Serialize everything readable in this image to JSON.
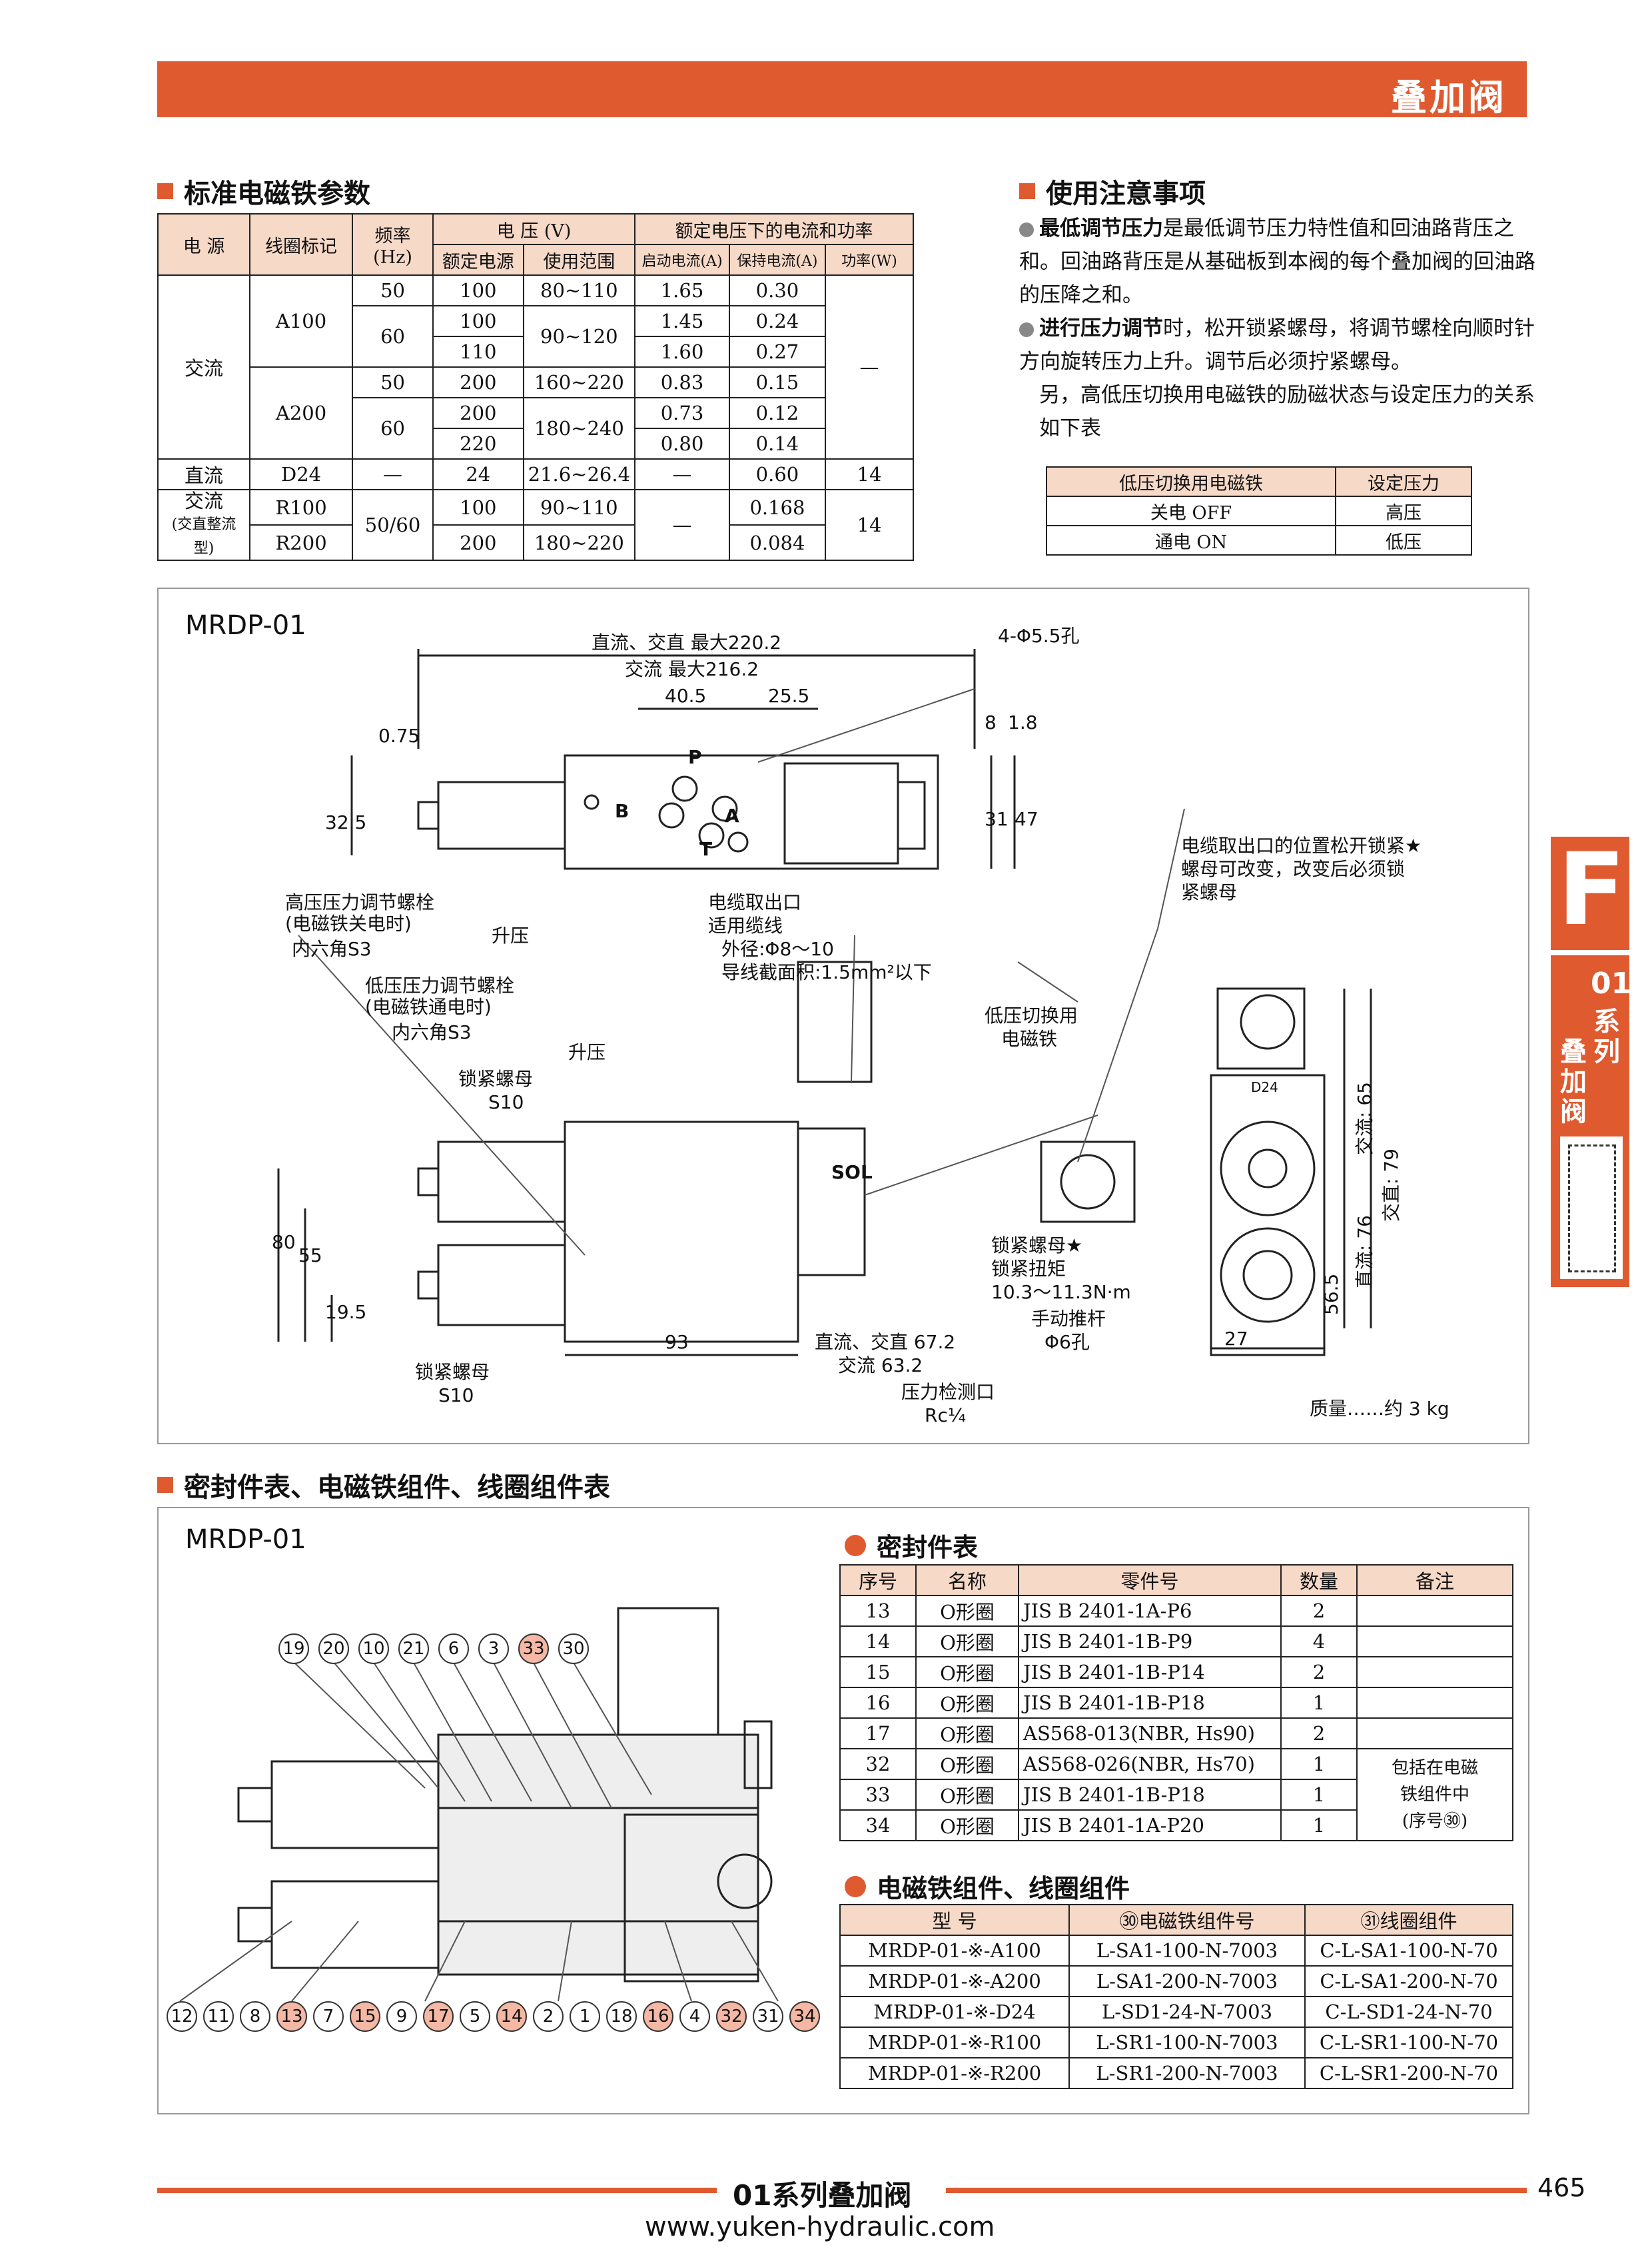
{
  "header": {
    "title": "叠加阀"
  },
  "section1": {
    "title": "标准电磁铁参数",
    "headers": {
      "power": "电 源",
      "coil": "线圈标记",
      "freq": "频率",
      "freq_unit": "(Hz)",
      "voltage": "电 压 (V)",
      "rated_v": "额定电源",
      "range_v": "使用范围",
      "current_power": "额定电压下的电流和功率",
      "start_a": "启动电流(A)",
      "hold_a": "保持电流(A)",
      "watt": "功率(W)"
    },
    "ac_label": "交流",
    "dc_label": "直流",
    "acdc_label": "交流",
    "acdc_sub": "(交直整流型)",
    "rows": [
      {
        "coil": "A100",
        "freq": "50",
        "rv": "100",
        "range": "80~110",
        "start": "1.65",
        "hold": "0.30"
      },
      {
        "coil": "",
        "freq": "60",
        "rv": "100",
        "range": "90~120",
        "start": "1.45",
        "hold": "0.24"
      },
      {
        "coil": "",
        "freq": "",
        "rv": "110",
        "range": "",
        "start": "1.60",
        "hold": "0.27"
      },
      {
        "coil": "A200",
        "freq": "50",
        "rv": "200",
        "range": "160~220",
        "start": "0.83",
        "hold": "0.15"
      },
      {
        "coil": "",
        "freq": "60",
        "rv": "200",
        "range": "180~240",
        "start": "0.73",
        "hold": "0.12"
      },
      {
        "coil": "",
        "freq": "",
        "rv": "220",
        "range": "",
        "start": "0.80",
        "hold": "0.14"
      }
    ],
    "ac_watt": "—",
    "dc_row": {
      "coil": "D24",
      "freq": "—",
      "rv": "24",
      "range": "21.6~26.4",
      "start": "—",
      "hold": "0.60",
      "watt": "14"
    },
    "r_rows": [
      {
        "coil": "R100",
        "rv": "100",
        "range": "90~110",
        "hold": "0.168"
      },
      {
        "coil": "R200",
        "rv": "200",
        "range": "180~220",
        "hold": "0.084"
      }
    ],
    "r_freq": "50/60",
    "r_start": "—",
    "r_watt": "14"
  },
  "section2": {
    "title": "使用注意事项",
    "n1_bold": "最低调节压力",
    "n1_text": "是最低调节压力特性值和回油路背压之和。回油路背压是从基础板到本阀的每个叠加阀的回油路的压降之和。",
    "n2_bold": "进行压力调节",
    "n2_text": "时，松开锁紧螺母，将调节螺栓向顺时针方向旋转压力上升。调节后必须拧紧螺母。",
    "n3_text": "另，高低压切换用电磁铁的励磁状态与设定压力的关系如下表",
    "table": {
      "h1": "低压切换用电磁铁",
      "h2": "设定压力",
      "rows": [
        {
          "a": "关电 OFF",
          "b": "高压"
        },
        {
          "a": "通电 ON",
          "b": "低压"
        }
      ]
    }
  },
  "drawing1": {
    "model": "MRDP-01",
    "dim_top1": "直流、交直 最大220.2",
    "dim_top2": "交流 最大216.2",
    "hole": "4-Φ5.5孔",
    "d405": "40.5",
    "d255": "25.5",
    "d075": "0.75",
    "d8": "8",
    "d18": "1.8",
    "d325": "32.5",
    "d31": "31",
    "d47": "47",
    "port_p": "P",
    "port_b": "B",
    "port_a": "A",
    "port_t": "T",
    "high_bolt1": "高压压力调节螺栓",
    "high_bolt2": "(电磁铁关电时)",
    "high_hex": "内六角S3",
    "up1": "升压",
    "low_bolt1": "低压压力调节螺栓",
    "low_bolt2": "(电磁铁通电时)",
    "low_hex": "内六角S3",
    "up2": "升压",
    "lock1": "锁紧螺母",
    "s10a": "S10",
    "lock2": "锁紧螺母",
    "s10b": "S10",
    "cable1": "电缆取出口",
    "cable2": "适用缆线",
    "cable3": "外径:Φ8～10",
    "cable4": "导线截面积:1.5mm²以下",
    "sw1": "低压切换用",
    "sw2": "电磁铁",
    "sol": "SOL",
    "note_r1": "电缆取出口的位置松开锁紧★",
    "note_r2": "螺母可改变，改变后必须锁",
    "note_r3": "紧螺母",
    "d80": "80",
    "d55": "55",
    "d195": "19.5",
    "d93": "93",
    "dim_b1": "直流、交直 67.2",
    "dim_b2": "交流 63.2",
    "locknut": "锁紧螺母★",
    "torque1": "锁紧扭矩",
    "torque2": "10.3～11.3N·m",
    "manual1": "手动推杆",
    "manual2": "Φ6孔",
    "gauge1": "压力检测口",
    "gauge2": "Rc¼",
    "ac65": "交流: 65",
    "dc76": "直流: 76",
    "acdc79": "交直: 79",
    "d565": "56.5",
    "d27": "27",
    "d24tag": "D24",
    "mass": "质量……约 3 kg"
  },
  "section3": {
    "title": "密封件表、电磁铁组件、线圈组件表"
  },
  "drawing2": {
    "model": "MRDP-01",
    "top_balloons": [
      {
        "n": "19",
        "hl": false
      },
      {
        "n": "20",
        "hl": false
      },
      {
        "n": "10",
        "hl": false
      },
      {
        "n": "21",
        "hl": false
      },
      {
        "n": "6",
        "hl": false
      },
      {
        "n": "3",
        "hl": false
      },
      {
        "n": "33",
        "hl": true
      },
      {
        "n": "30",
        "hl": false
      }
    ],
    "bottom_balloons": [
      {
        "n": "12",
        "hl": false
      },
      {
        "n": "11",
        "hl": false
      },
      {
        "n": "8",
        "hl": false
      },
      {
        "n": "13",
        "hl": true
      },
      {
        "n": "7",
        "hl": false
      },
      {
        "n": "15",
        "hl": true
      },
      {
        "n": "9",
        "hl": false
      },
      {
        "n": "17",
        "hl": true
      },
      {
        "n": "5",
        "hl": false
      },
      {
        "n": "14",
        "hl": true
      },
      {
        "n": "2",
        "hl": false
      },
      {
        "n": "1",
        "hl": false
      },
      {
        "n": "18",
        "hl": false
      },
      {
        "n": "16",
        "hl": true
      },
      {
        "n": "4",
        "hl": false
      },
      {
        "n": "32",
        "hl": true
      },
      {
        "n": "31",
        "hl": false
      },
      {
        "n": "34",
        "hl": true
      }
    ]
  },
  "seals": {
    "title": "密封件表",
    "headers": [
      "序号",
      "名称",
      "零件号",
      "数量",
      "备注"
    ],
    "rows": [
      [
        "13",
        "O形圈",
        "JIS B 2401-1A-P6",
        "2"
      ],
      [
        "14",
        "O形圈",
        "JIS B 2401-1B-P9",
        "4"
      ],
      [
        "15",
        "O形圈",
        "JIS B 2401-1B-P14",
        "2"
      ],
      [
        "16",
        "O形圈",
        "JIS B 2401-1B-P18",
        "1"
      ],
      [
        "17",
        "O形圈",
        "AS568-013(NBR, Hs90)",
        "2"
      ],
      [
        "32",
        "O形圈",
        "AS568-026(NBR, Hs70)",
        "1"
      ],
      [
        "33",
        "O形圈",
        "JIS B 2401-1B-P18",
        "1"
      ],
      [
        "34",
        "O形圈",
        "JIS B 2401-1A-P20",
        "1"
      ]
    ],
    "note1": "包括在电磁",
    "note2": "铁组件中",
    "note3": "(序号㉚)"
  },
  "solenoid": {
    "title": "电磁铁组件、线圈组件",
    "headers": [
      "型 号",
      "㉚电磁铁组件号",
      "㉛线圈组件"
    ],
    "rows": [
      [
        "MRDP-01-※-A100",
        "L-SA1-100-N-7003",
        "C-L-SA1-100-N-70"
      ],
      [
        "MRDP-01-※-A200",
        "L-SA1-200-N-7003",
        "C-L-SA1-200-N-70"
      ],
      [
        "MRDP-01-※-D24",
        "L-SD1-24-N-7003",
        "C-L-SD1-24-N-70"
      ],
      [
        "MRDP-01-※-R100",
        "L-SR1-100-N-7003",
        "C-L-SR1-100-N-70"
      ],
      [
        "MRDP-01-※-R200",
        "L-SR1-200-N-7003",
        "C-L-SR1-200-N-70"
      ]
    ]
  },
  "side_tab": {
    "letter": "F",
    "series": "01",
    "xi": "系",
    "lie": "列",
    "die": "叠",
    "jia": "加",
    "fa": "阀"
  },
  "footer": {
    "title": "01系列叠加阀",
    "page": "465",
    "url": "www.yuken-hydraulic.com"
  }
}
